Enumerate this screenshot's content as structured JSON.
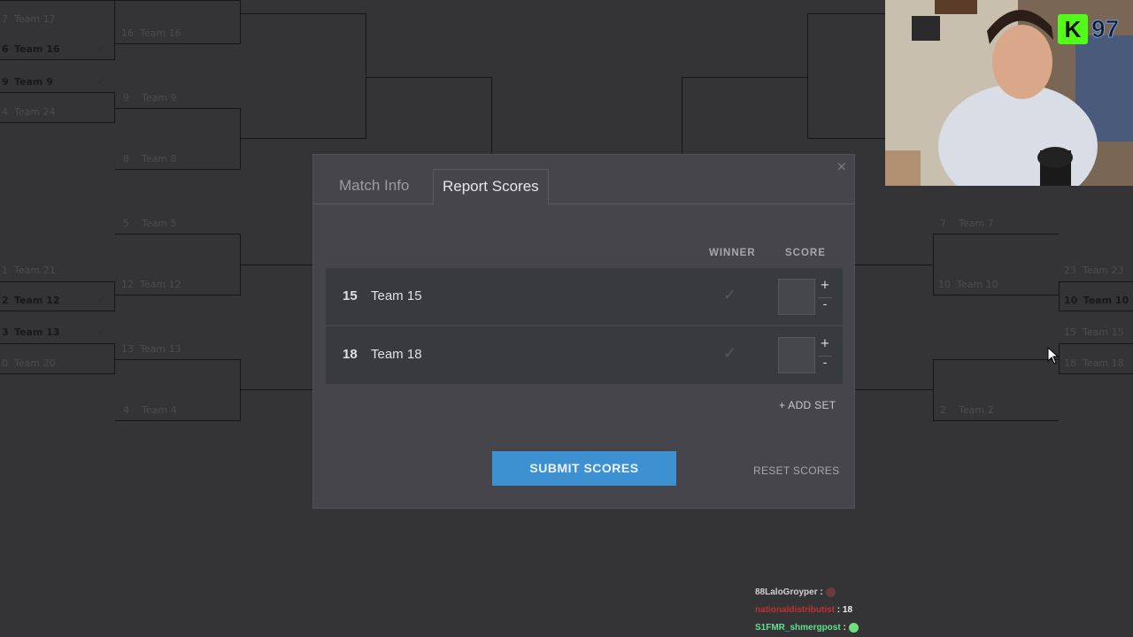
{
  "bracket": {
    "left_slots": [
      {
        "seed": "7",
        "name": "Team 17",
        "bold": false,
        "check": false
      },
      {
        "seed": "6",
        "name": "Team 16",
        "bold": true,
        "check": true
      },
      {
        "seed": "9",
        "name": "Team 9",
        "bold": true,
        "check": true
      },
      {
        "seed": "4",
        "name": "Team 24",
        "bold": false,
        "check": false
      },
      {
        "seed": "1",
        "name": "Team 21",
        "bold": false,
        "check": false
      },
      {
        "seed": "2",
        "name": "Team 12",
        "bold": true,
        "check": true
      },
      {
        "seed": "3",
        "name": "Team 13",
        "bold": true,
        "check": true
      },
      {
        "seed": "0",
        "name": "Team 20",
        "bold": false,
        "check": false
      }
    ],
    "round2_slots": [
      {
        "seed": "16",
        "name": "Team 16"
      },
      {
        "seed": "9",
        "name": "Team 9"
      },
      {
        "seed": "8",
        "name": "Team 8"
      },
      {
        "seed": "5",
        "name": "Team 5"
      },
      {
        "seed": "12",
        "name": "Team 12"
      },
      {
        "seed": "13",
        "name": "Team 13"
      },
      {
        "seed": "4",
        "name": "Team 4"
      }
    ],
    "right_round2_slots": [
      {
        "seed": "7",
        "name": "Team 7"
      },
      {
        "seed": "10",
        "name": "Team 10"
      },
      {
        "seed": "2",
        "name": "Team 2"
      }
    ],
    "right_slots": [
      {
        "seed": "23",
        "name": "Team 23",
        "bold": false
      },
      {
        "seed": "10",
        "name": "Team 10",
        "bold": true
      },
      {
        "seed": "15",
        "name": "Team 15",
        "bold": false
      },
      {
        "seed": "18",
        "name": "Team 18",
        "bold": false
      }
    ],
    "check_glyph": "✓"
  },
  "modal": {
    "close_glyph": "×",
    "tabs": [
      {
        "label": "Match Info",
        "active": false
      },
      {
        "label": "Report Scores",
        "active": true
      }
    ],
    "columns": {
      "winner": "WINNER",
      "score": "SCORE"
    },
    "rows": [
      {
        "seed": "15",
        "team": "Team 15",
        "score": "",
        "plus": "+",
        "minus": "-"
      },
      {
        "seed": "18",
        "team": "Team 18",
        "score": "",
        "plus": "+",
        "minus": "-"
      }
    ],
    "winner_check_glyph": "✓",
    "add_set_label": "+ ADD SET",
    "submit_label": "SUBMIT SCORES",
    "reset_label": "RESET SCORES",
    "accent_color": "#3d91d0"
  },
  "overlay": {
    "badge_letter": "K",
    "badge_number": "97",
    "badge_color": "#53fc18"
  },
  "chat": [
    {
      "user": "88LaloGroyper",
      "sep": ":",
      "msg": "",
      "emote": "red-emote"
    },
    {
      "user": "nationaldistributist",
      "sep": ":",
      "msg": "18",
      "emote": ""
    },
    {
      "user": "S1FMR_shmergpost",
      "sep": ":",
      "msg": "",
      "emote": "green-emote"
    }
  ]
}
